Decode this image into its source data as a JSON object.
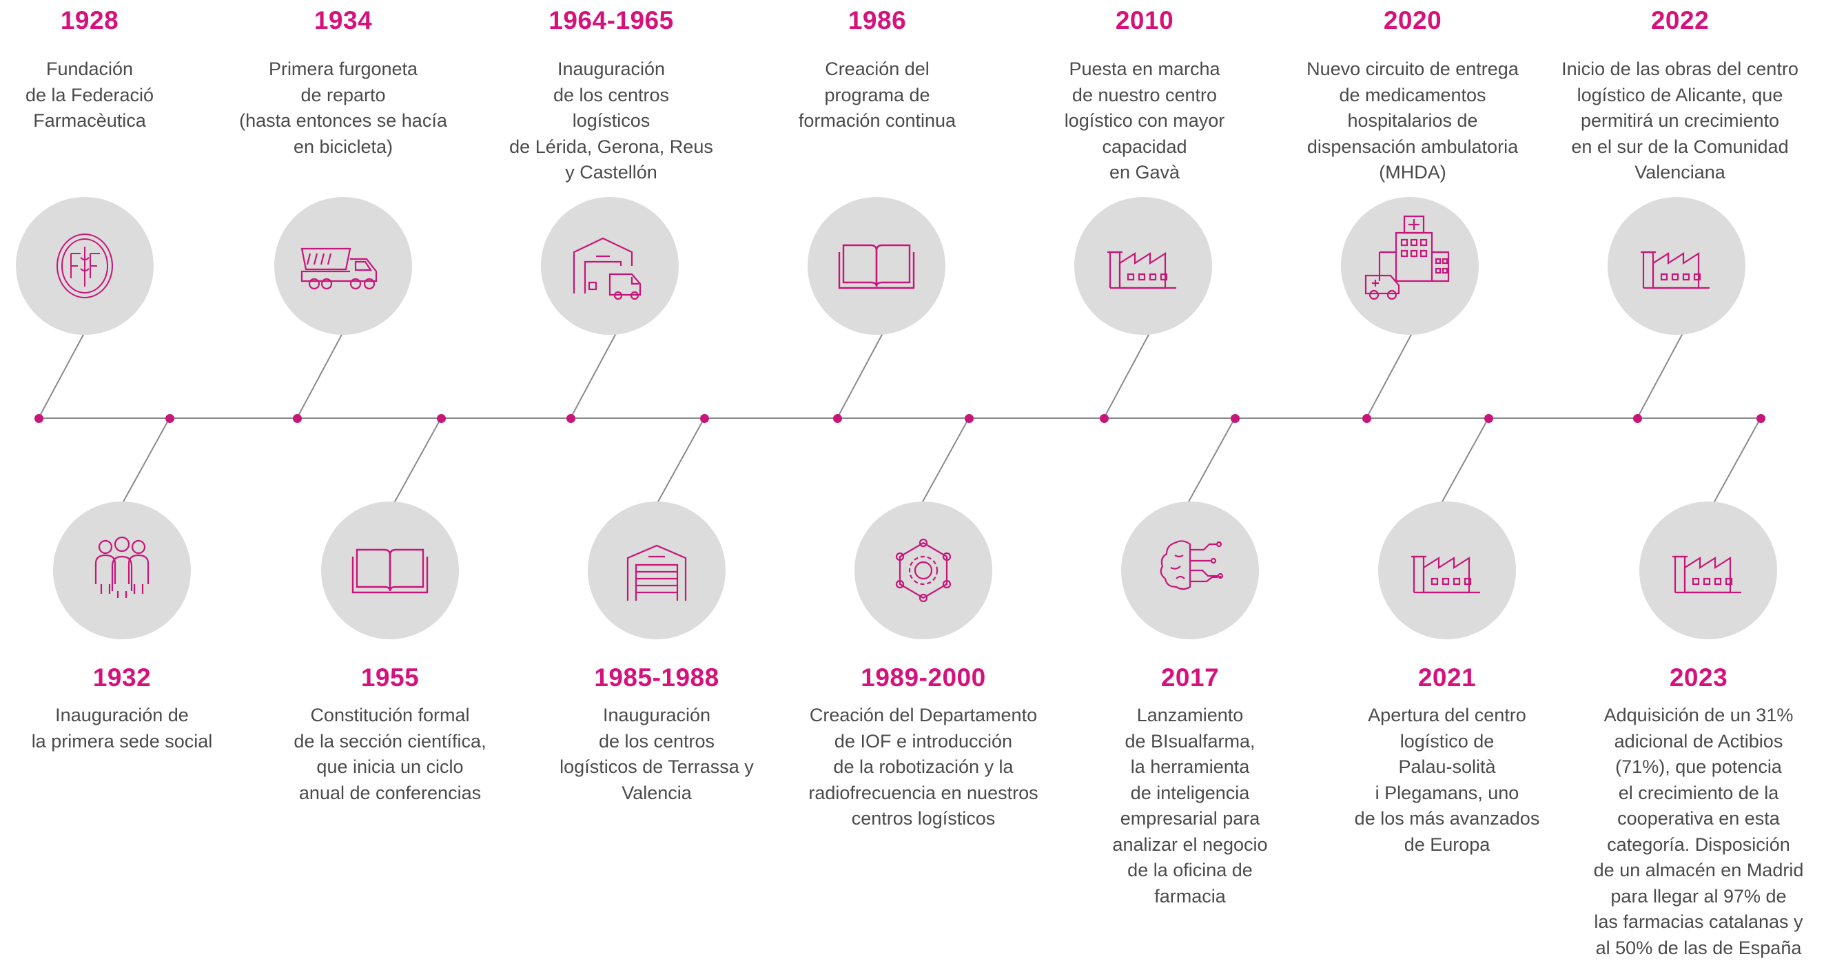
{
  "colors": {
    "accent": "#d6117b",
    "text": "#4a4a4a",
    "circle": "#dcdcdc",
    "line": "#8a8a8a",
    "icon": "#c8157a"
  },
  "top_events": [
    {
      "year": "1928",
      "text": "Fundación\nde la Federació\nFarmacèutica",
      "icon": "seal-logo-icon"
    },
    {
      "year": "1934",
      "text": "Primera furgoneta\nde reparto\n(hasta entonces se hacía\nen bicicleta)",
      "icon": "truck-icon"
    },
    {
      "year": "1964-1965",
      "text": "Inauguración\nde los centros\nlogísticos\nde Lérida, Gerona, Reus\ny Castellón",
      "icon": "warehouse-van-icon"
    },
    {
      "year": "1986",
      "text": "Creación del\nprograma de\nformación continua",
      "icon": "open-book-icon"
    },
    {
      "year": "2010",
      "text": "Puesta en marcha\nde nuestro centro\nlogístico con mayor\ncapacidad\nen Gavà",
      "icon": "factory-icon"
    },
    {
      "year": "2020",
      "text": "Nuevo circuito de entrega\nde medicamentos\nhospitalarios de\ndispensación ambulatoria\n(MHDA)",
      "icon": "hospital-ambulance-icon"
    },
    {
      "year": "2022",
      "text": "Inicio de las obras del centro\nlogístico de Alicante, que\npermitirá un crecimiento\nen el sur de la Comunidad\nValenciana",
      "icon": "factory-icon"
    }
  ],
  "bottom_events": [
    {
      "year": "1932",
      "text": "Inauguración de\nla primera sede social",
      "icon": "people-group-icon"
    },
    {
      "year": "1955",
      "text": "Constitución formal\nde la sección científica,\nque inicia un ciclo\nanual de conferencias",
      "icon": "open-book-icon"
    },
    {
      "year": "1985-1988",
      "text": "Inauguración\nde los centros\nlogísticos de Terrassa y\nValencia",
      "icon": "garage-warehouse-icon"
    },
    {
      "year": "1989-2000",
      "text": "Creación del Departamento\nde IOF e introducción\nde la robotización y la\nradiofrecuencia en nuestros\ncentros logísticos",
      "icon": "network-gear-icon"
    },
    {
      "year": "2017",
      "text": "Lanzamiento\nde BIsualfarma,\nla herramienta\nde inteligencia\nempresarial para\nanalizar el negocio\nde la oficina de\nfarmacia",
      "icon": "brain-circuit-icon"
    },
    {
      "year": "2021",
      "text": "Apertura del centro\nlogístico de\nPalau-solità\ni Plegamans, uno\nde los más avanzados\nde Europa",
      "icon": "factory-icon"
    },
    {
      "year": "2023",
      "text": "Adquisición de un 31%\nadicional de Actibios\n(71%), que potencia\nel crecimiento de la\ncooperativa en esta\ncategoría. Disposición\nde un almacén en Madrid\npara llegar al 97% de\nlas farmacias catalanas y\nal 50% de las de España",
      "icon": "factory-icon"
    }
  ]
}
